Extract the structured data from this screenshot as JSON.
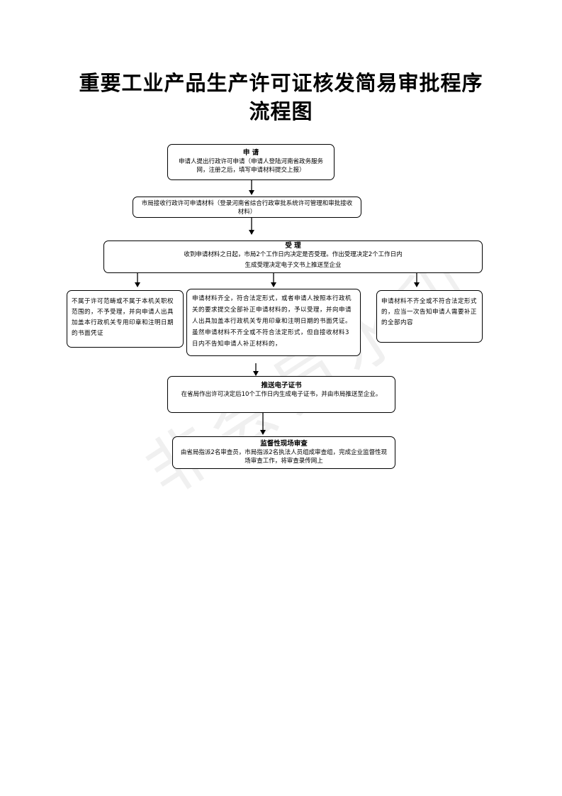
{
  "title": {
    "line1": "重要工业产品生产许可证核发简易审批程序",
    "line2": "流程图"
  },
  "watermark": "非会员水印",
  "steps": {
    "apply": {
      "heading": "申  请",
      "text": "申请人提出行政许可申请（申请人登陆河南省政务服务网，注册之后，填写申请材料提交上报）"
    },
    "receive": {
      "text": "市局接收行政许可申请材料（登录河南省综合行政审批系统许可管理和审批接收材料）"
    },
    "accept": {
      "heading": "受  理",
      "line1": "收到申请材料之日起，市局2个工作日内决定是否受理。作出受理决定2个工作日内",
      "line2": "生成受理决定电子文书上推送至企业"
    },
    "reject": {
      "text": "不属于许可范畴或不属于本机关职权范围的，不予受理，并向申请人出具加盖本行政机关专用印章和注明日期的书面凭证"
    },
    "complete": {
      "text": "申请材料齐全，符合法定形式，或者申请人按照本行政机关的要求提交全部补正申请材料的，予以受理，并向申请人出具加盖本行政机关专用印章和注明日期的书面凭证。虽然申请材料不齐全或不符合法定形式，但自接收材料3日内不告知申请人补正材料的，"
    },
    "incomplete": {
      "text": "申请材料不齐全或不符合法定形式的，应当一次告知申请人需要补正的全部内容"
    },
    "certificate": {
      "heading": "推送电子证书",
      "text": "在省局作出许可决定后10个工作日内生成电子证书，并由市局推送至企业。"
    },
    "inspection": {
      "heading": "监督性现场审查",
      "text": "由省局指派2名审查员，市局指派2名执法人员组成审查组，完成企业监督性现场审查工作，将审查录传网上"
    }
  }
}
